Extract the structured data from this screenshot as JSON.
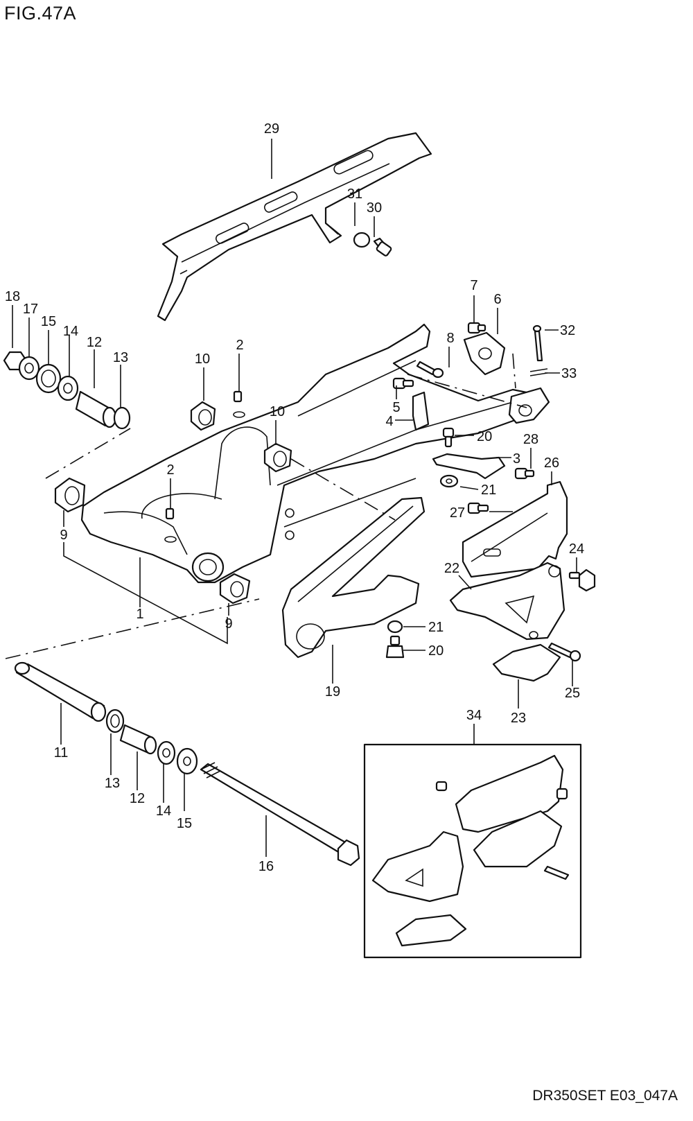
{
  "figure_title": "FIG.47A",
  "footer_code": "DR350SET E03_047A",
  "callouts": [
    {
      "id": "c1",
      "label": "1"
    },
    {
      "id": "c2a",
      "label": "2"
    },
    {
      "id": "c2b",
      "label": "2"
    },
    {
      "id": "c3",
      "label": "3"
    },
    {
      "id": "c4",
      "label": "4"
    },
    {
      "id": "c5",
      "label": "5"
    },
    {
      "id": "c6",
      "label": "6"
    },
    {
      "id": "c7",
      "label": "7"
    },
    {
      "id": "c8",
      "label": "8"
    },
    {
      "id": "c9a",
      "label": "9"
    },
    {
      "id": "c9b",
      "label": "9"
    },
    {
      "id": "c10a",
      "label": "10"
    },
    {
      "id": "c10b",
      "label": "10"
    },
    {
      "id": "c11",
      "label": "11"
    },
    {
      "id": "c12a",
      "label": "12"
    },
    {
      "id": "c12b",
      "label": "12"
    },
    {
      "id": "c13a",
      "label": "13"
    },
    {
      "id": "c13b",
      "label": "13"
    },
    {
      "id": "c14a",
      "label": "14"
    },
    {
      "id": "c14b",
      "label": "14"
    },
    {
      "id": "c15a",
      "label": "15"
    },
    {
      "id": "c15b",
      "label": "15"
    },
    {
      "id": "c16",
      "label": "16"
    },
    {
      "id": "c17",
      "label": "17"
    },
    {
      "id": "c18",
      "label": "18"
    },
    {
      "id": "c19",
      "label": "19"
    },
    {
      "id": "c20a",
      "label": "20"
    },
    {
      "id": "c20b",
      "label": "20"
    },
    {
      "id": "c21a",
      "label": "21"
    },
    {
      "id": "c21b",
      "label": "21"
    },
    {
      "id": "c22",
      "label": "22"
    },
    {
      "id": "c23",
      "label": "23"
    },
    {
      "id": "c24",
      "label": "24"
    },
    {
      "id": "c25",
      "label": "25"
    },
    {
      "id": "c26",
      "label": "26"
    },
    {
      "id": "c27",
      "label": "27"
    },
    {
      "id": "c28",
      "label": "28"
    },
    {
      "id": "c29",
      "label": "29"
    },
    {
      "id": "c30",
      "label": "30"
    },
    {
      "id": "c31",
      "label": "31"
    },
    {
      "id": "c32",
      "label": "32"
    },
    {
      "id": "c33",
      "label": "33"
    },
    {
      "id": "c34",
      "label": "34"
    }
  ]
}
